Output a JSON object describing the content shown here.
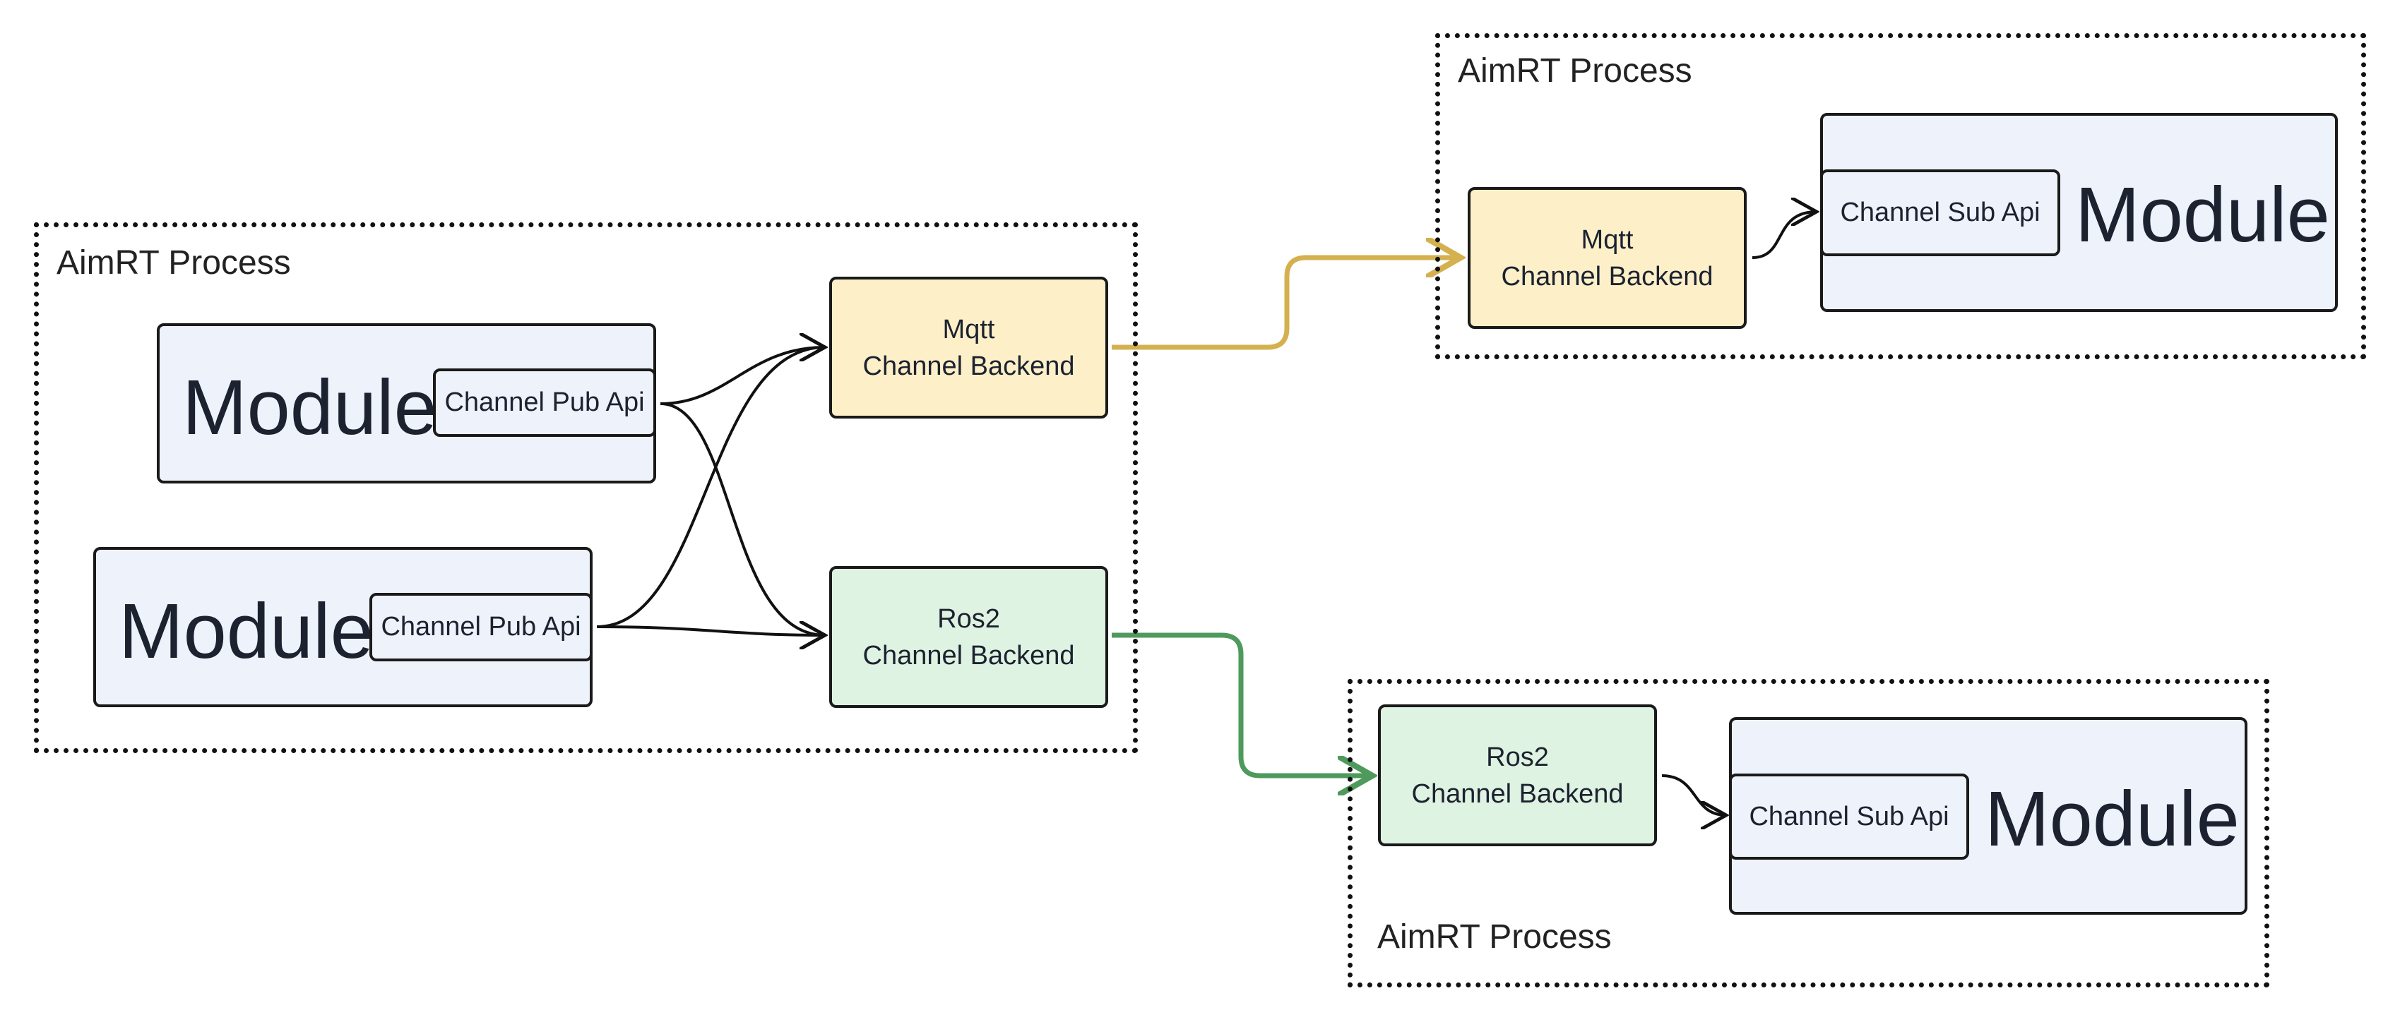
{
  "processes": {
    "left": {
      "label": "AimRT Process"
    },
    "top_right": {
      "label": "AimRT Process"
    },
    "bottom_right": {
      "label": "AimRT Process"
    }
  },
  "left_process": {
    "module_a": {
      "label": "Module",
      "api": "Channel Pub Api"
    },
    "module_b": {
      "label": "Module",
      "api": "Channel Pub Api"
    },
    "mqtt_backend": {
      "line1": "Mqtt",
      "line2": "Channel Backend"
    },
    "ros2_backend": {
      "line1": "Ros2",
      "line2": "Channel Backend"
    }
  },
  "top_right_process": {
    "mqtt_backend": {
      "line1": "Mqtt",
      "line2": "Channel Backend"
    },
    "module": {
      "label": "Module",
      "api": "Channel Sub Api"
    }
  },
  "bottom_right_process": {
    "ros2_backend": {
      "line1": "Ros2",
      "line2": "Channel Backend"
    },
    "module": {
      "label": "Module",
      "api": "Channel Sub Api"
    }
  },
  "colors": {
    "mqtt_fill": "#fdf0c9",
    "ros2_fill": "#dff3e2",
    "module_fill": "#eef2fb",
    "mqtt_link": "#d4b04f",
    "ros2_link": "#4e9a5c"
  }
}
